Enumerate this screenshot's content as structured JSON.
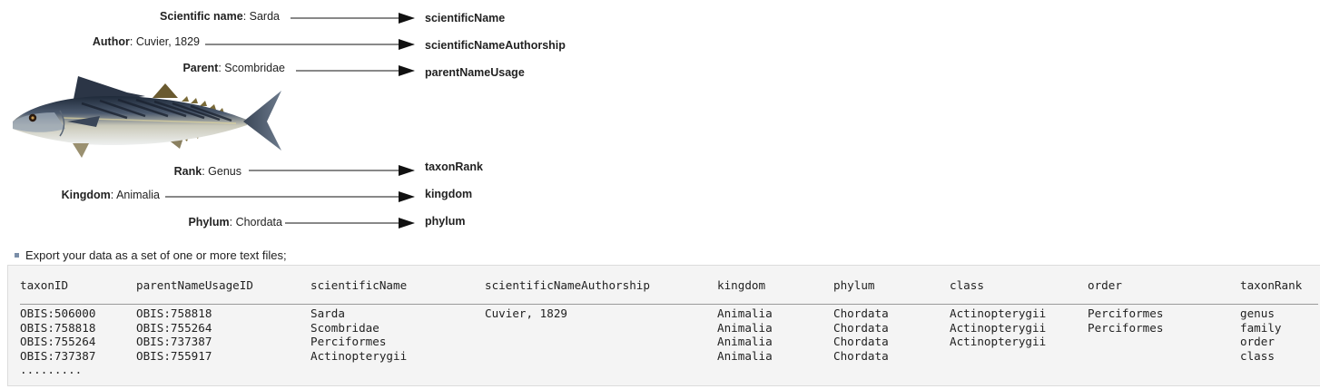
{
  "mappings": [
    {
      "key": "Scientific name",
      "value": "Sarda",
      "term": "scientificName"
    },
    {
      "key": "Author",
      "value": "Cuvier, 1829",
      "term": "scientificNameAuthorship"
    },
    {
      "key": "Parent",
      "value": "Scombridae",
      "term": "parentNameUsage"
    },
    {
      "key": "Rank",
      "value": "Genus",
      "term": "taxonRank"
    },
    {
      "key": "Kingdom",
      "value": "Animalia",
      "term": "kingdom"
    },
    {
      "key": "Phylum",
      "value": "Chordata",
      "term": "phylum"
    }
  ],
  "separator": ": ",
  "bullet": "Export your data as a set of one or more text files;",
  "table": {
    "headers": [
      "taxonID",
      "parentNameUsageID",
      "scientificName",
      "scientificNameAuthorship",
      "kingdom",
      "phylum",
      "class",
      "order",
      "taxonRank"
    ],
    "rows": [
      [
        "OBIS:506000",
        "OBIS:758818",
        "Sarda",
        "Cuvier, 1829",
        "Animalia",
        "Chordata",
        "Actinopterygii",
        "Perciformes",
        "genus"
      ],
      [
        "OBIS:758818",
        "OBIS:755264",
        "Scombridae",
        "",
        "Animalia",
        "Chordata",
        "Actinopterygii",
        "Perciformes",
        "family"
      ],
      [
        "OBIS:755264",
        "OBIS:737387",
        "Perciformes",
        "",
        "Animalia",
        "Chordata",
        "Actinopterygii",
        "",
        "order"
      ],
      [
        "OBIS:737387",
        "OBIS:755917",
        "Actinopterygii",
        "",
        "Animalia",
        "Chordata",
        "",
        "",
        "class"
      ]
    ],
    "ellipsis": "........."
  },
  "fish_image": "fish-illustration"
}
